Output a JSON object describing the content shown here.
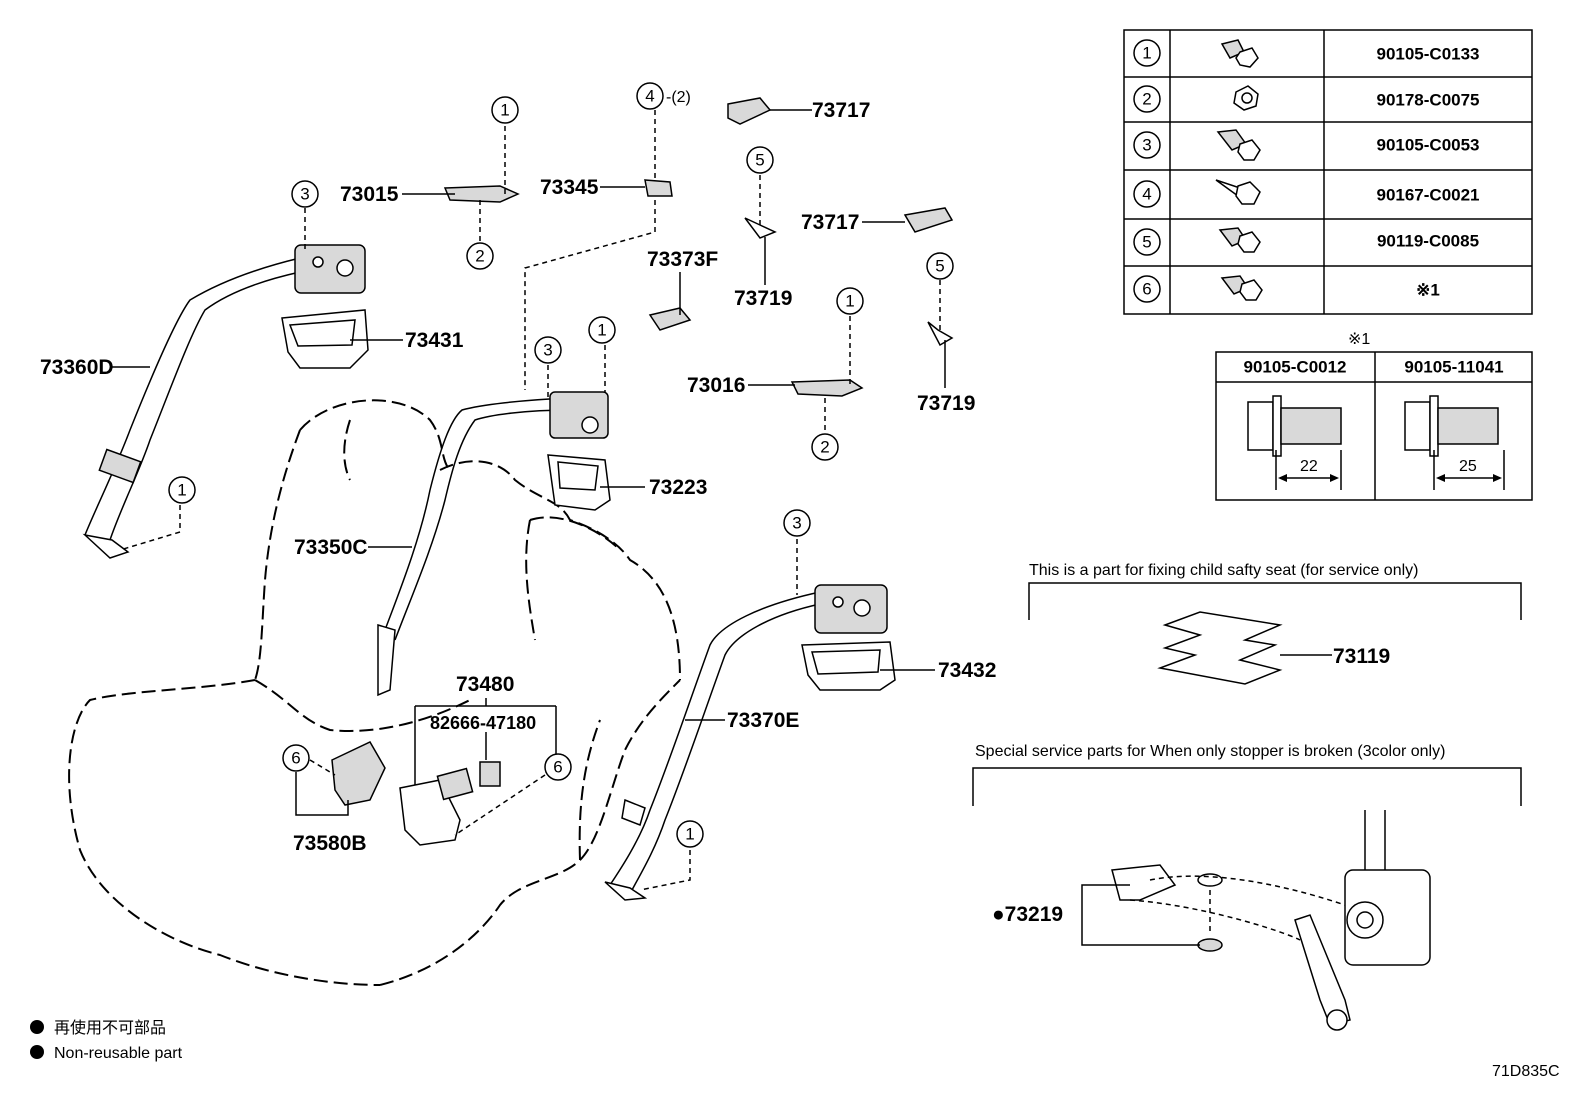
{
  "parts": {
    "p73015": "73015",
    "p73345": "73345",
    "p73717a": "73717",
    "p73717b": "73717",
    "p73373F": "73373F",
    "p73719a": "73719",
    "p73719b": "73719",
    "p73016": "73016",
    "p73431": "73431",
    "p73360D": "73360D",
    "p73223": "73223",
    "p73350C": "73350C",
    "p73432": "73432",
    "p73370E": "73370E",
    "p73480": "73480",
    "p82666": "82666-47180",
    "p73580B": "73580B",
    "p73119": "73119",
    "p73219": "●73219"
  },
  "callout_suffix": "-(2)",
  "callouts": {
    "c1": "1",
    "c2": "2",
    "c3": "3",
    "c4": "4",
    "c5": "5",
    "c6": "6"
  },
  "fastener_table": {
    "rows": [
      {
        "key": "1",
        "part": "90105-C0133"
      },
      {
        "key": "2",
        "part": "90178-C0075"
      },
      {
        "key": "3",
        "part": "90105-C0053"
      },
      {
        "key": "4",
        "part": "90167-C0021"
      },
      {
        "key": "5",
        "part": "90119-C0085"
      },
      {
        "key": "6",
        "part": "※1"
      }
    ]
  },
  "note1_table": {
    "mark": "※1",
    "columns": [
      {
        "part": "90105-C0012",
        "length": "22"
      },
      {
        "part": "90105-11041",
        "length": "25"
      }
    ]
  },
  "child_seat_note": "This is a part for fixing child safty seat (for service only)",
  "stopper_note": "Special service parts for When only stopper is broken (3color only)",
  "legend": {
    "jp": "再使用不可部品",
    "en": "Non-reusable part"
  },
  "diagram_code": "71D835C"
}
